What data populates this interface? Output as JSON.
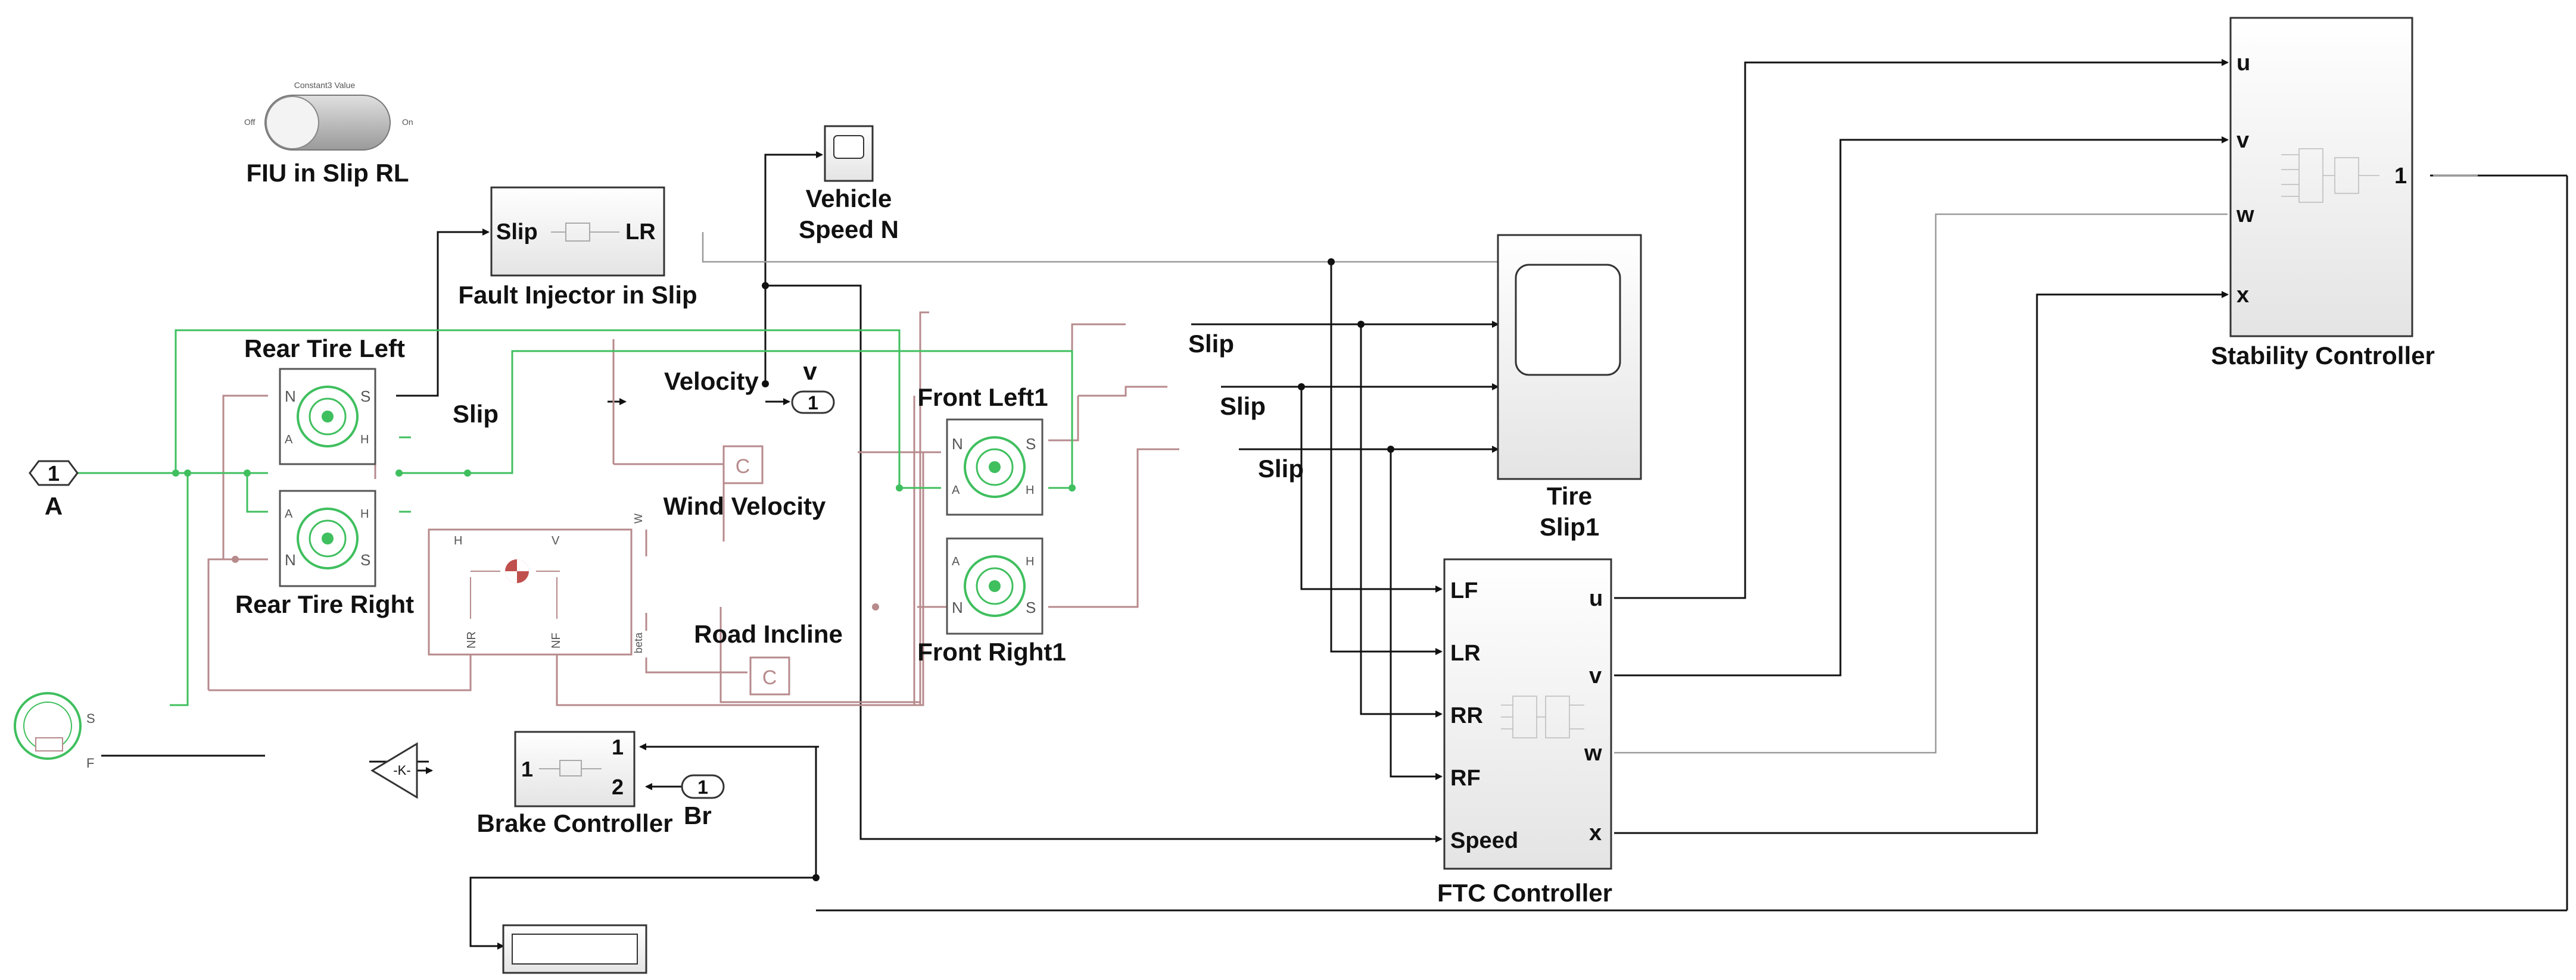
{
  "switch": {
    "title": "Constant3 Value",
    "off": "Off",
    "on": "On",
    "label": "FIU in Slip RL"
  },
  "fault_injector": {
    "label": "Fault Injector in Slip",
    "in_port": "Slip",
    "out_port": "LR"
  },
  "vehicle_speed": {
    "label_line1": "Vehicle",
    "label_line2": "Speed N"
  },
  "rear_tire_left": {
    "label": "Rear Tire Left"
  },
  "rear_tire_right": {
    "label": "Rear Tire Right"
  },
  "front_left": {
    "label": "Front Left1"
  },
  "front_right": {
    "label": "Front Right1"
  },
  "tire_ports": {
    "N": "N",
    "S": "S",
    "A": "A",
    "H": "H"
  },
  "vehicle_body": {
    "H": "H",
    "V": "V",
    "NR": "NR",
    "NF": "NF",
    "W": "W",
    "beta": "beta"
  },
  "wind_velocity": {
    "label": "Wind Velocity",
    "value": "C"
  },
  "road_incline": {
    "label": "Road Incline",
    "value": "C"
  },
  "signals": {
    "slip": "Slip",
    "velocity": "Velocity"
  },
  "inport_A": {
    "number": "1",
    "label": "A"
  },
  "outport_v": {
    "number": "1",
    "label": "v"
  },
  "inport_Br": {
    "number": "1",
    "label": "Br"
  },
  "tire_scope": {
    "label_line1": "Tire",
    "label_line2": "Slip1"
  },
  "brake_controller": {
    "label": "Brake Controller",
    "in1": "1",
    "out1": "1",
    "out2": "2"
  },
  "gain": {
    "value": "-K-"
  },
  "ftc_controller": {
    "label": "FTC Controller",
    "ports_in": [
      "LF",
      "LR",
      "RR",
      "RF",
      "Speed"
    ],
    "ports_out": [
      "u",
      "v",
      "w",
      "x"
    ]
  },
  "stability_controller": {
    "label": "Stability Controller",
    "ports_in": [
      "u",
      "v",
      "w",
      "x"
    ],
    "port_out": "1"
  },
  "actuator": {
    "S": "S",
    "F": "F"
  },
  "colors": {
    "mech": "#b78a8c",
    "green": "#3fbf5e",
    "signal": "#111111"
  }
}
